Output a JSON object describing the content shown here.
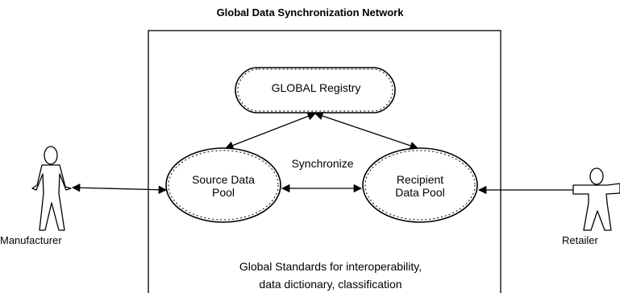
{
  "title": "Global Data Synchronization Network",
  "nodes": {
    "registry": "GLOBAL Registry",
    "source": [
      "Source Data",
      "Pool"
    ],
    "recipient": [
      "Recipient",
      "Data Pool"
    ]
  },
  "edge_labels": {
    "sync": "Synchronize"
  },
  "actors": {
    "manufacturer": "Manufacturer",
    "retailer": "Retailer"
  },
  "footer": [
    "Global Standards for interoperability,",
    "data dictionary, classification"
  ]
}
